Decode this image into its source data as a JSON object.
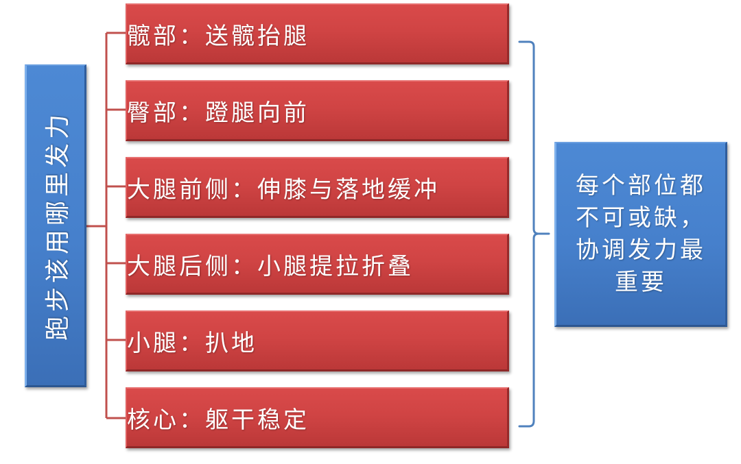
{
  "diagram": {
    "type": "tree-to-summary",
    "root": {
      "label": "跑步该用哪里发力",
      "orientation": "vertical-rotated",
      "color": "#4680cc"
    },
    "leaves": [
      {
        "label": "髋部：送髋抬腿",
        "part": "髋部",
        "action": "送髋抬腿"
      },
      {
        "label": "臀部：蹬腿向前",
        "part": "臀部",
        "action": "蹬腿向前"
      },
      {
        "label": "大腿前侧：伸膝与落地缓冲",
        "part": "大腿前侧",
        "action": "伸膝与落地缓冲"
      },
      {
        "label": "大腿后侧：小腿提拉折叠",
        "part": "大腿后侧",
        "action": "小腿提拉折叠"
      },
      {
        "label": "小腿：扒地",
        "part": "小腿",
        "action": "扒地"
      },
      {
        "label": "核心：躯干稳定",
        "part": "核心",
        "action": "躯干稳定"
      }
    ],
    "summary": {
      "label": "每个部位都不可或缺，协调发力最重要",
      "lines": [
        "每个部位都",
        "不可或缺，",
        "协调发力最",
        "重要"
      ]
    },
    "colors": {
      "root_box": "#4680cc",
      "leaf_box": "#d04444",
      "tree_connector": "#c0504d",
      "bracket": "#4f81bd",
      "summary_box": "#4680cc",
      "text": "#ffffff"
    }
  }
}
